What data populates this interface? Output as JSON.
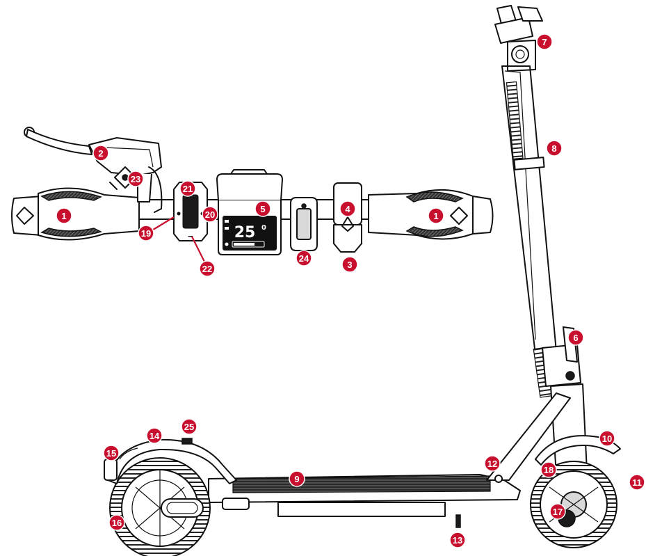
{
  "colors": {
    "marker": "#c8102e",
    "line": "#111111",
    "background": "#ffffff"
  },
  "display": {
    "speed": "25",
    "decimal": "0"
  },
  "callouts": [
    {
      "id": "1a",
      "label": "1",
      "part": "grip-left"
    },
    {
      "id": "1b",
      "label": "1",
      "part": "grip-right"
    },
    {
      "id": "2",
      "label": "2",
      "part": "brake-lever"
    },
    {
      "id": "3",
      "label": "3",
      "part": "throttle-bottom"
    },
    {
      "id": "4",
      "label": "4",
      "part": "throttle"
    },
    {
      "id": "5",
      "label": "5",
      "part": "display"
    },
    {
      "id": "6",
      "label": "6",
      "part": "folding-latch"
    },
    {
      "id": "7",
      "label": "7",
      "part": "handlebar"
    },
    {
      "id": "8",
      "label": "8",
      "part": "stem"
    },
    {
      "id": "9",
      "label": "9",
      "part": "deck"
    },
    {
      "id": "10",
      "label": "10",
      "part": "front-fender"
    },
    {
      "id": "11",
      "label": "11",
      "part": "front-tire"
    },
    {
      "id": "12",
      "label": "12",
      "part": "charging-port"
    },
    {
      "id": "13",
      "label": "13",
      "part": "kickstand"
    },
    {
      "id": "14",
      "label": "14",
      "part": "rear-fender"
    },
    {
      "id": "15",
      "label": "15",
      "part": "rear-light"
    },
    {
      "id": "16",
      "label": "16",
      "part": "rear-wheel"
    },
    {
      "id": "17",
      "label": "17",
      "part": "front-brake"
    },
    {
      "id": "18",
      "label": "18",
      "part": "front-fork"
    },
    {
      "id": "19",
      "label": "19",
      "part": "button-left"
    },
    {
      "id": "20",
      "label": "20",
      "part": "button-right"
    },
    {
      "id": "21",
      "label": "21",
      "part": "button-plus"
    },
    {
      "id": "22",
      "label": "22",
      "part": "button-minus"
    },
    {
      "id": "23",
      "label": "23",
      "part": "bell"
    },
    {
      "id": "24",
      "label": "24",
      "part": "phone-mount"
    },
    {
      "id": "25",
      "label": "25",
      "part": "fender-latch"
    }
  ]
}
